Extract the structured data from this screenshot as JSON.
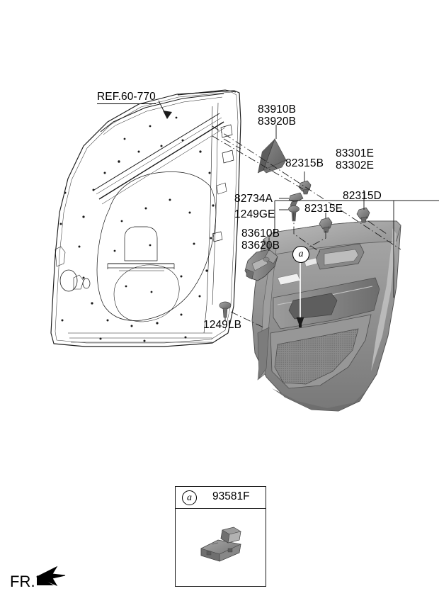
{
  "diagram": {
    "title_ref": "REF.60-770",
    "orientation_marker": "FR.",
    "callout_letter": "a",
    "labels": [
      {
        "id": "ref",
        "text": "REF.60-770"
      },
      {
        "id": "p83910B",
        "text": "83910B"
      },
      {
        "id": "p83920B",
        "text": "83920B"
      },
      {
        "id": "p82315B",
        "text": "82315B"
      },
      {
        "id": "p83301E",
        "text": "83301E"
      },
      {
        "id": "p83302E",
        "text": "83302E"
      },
      {
        "id": "p82315D",
        "text": "82315D"
      },
      {
        "id": "p82315E",
        "text": "82315E"
      },
      {
        "id": "p82734A",
        "text": "82734A"
      },
      {
        "id": "p1249GE",
        "text": "1249GE"
      },
      {
        "id": "p83610B",
        "text": "83610B"
      },
      {
        "id": "p83620B",
        "text": "83620B"
      },
      {
        "id": "p1249LB",
        "text": "1249LB"
      }
    ],
    "inset": {
      "callout": "a",
      "part_number": "93581F"
    },
    "colors": {
      "line": "#1a1a1a",
      "part_fill_light": "#b9b9b9",
      "part_fill_mid": "#9a9a9a",
      "part_fill_dark": "#6f6f6f",
      "panel_light": "#b0b0b0",
      "panel_mid": "#8e8e8e",
      "panel_dark": "#6a6a6a",
      "background": "#ffffff"
    }
  }
}
